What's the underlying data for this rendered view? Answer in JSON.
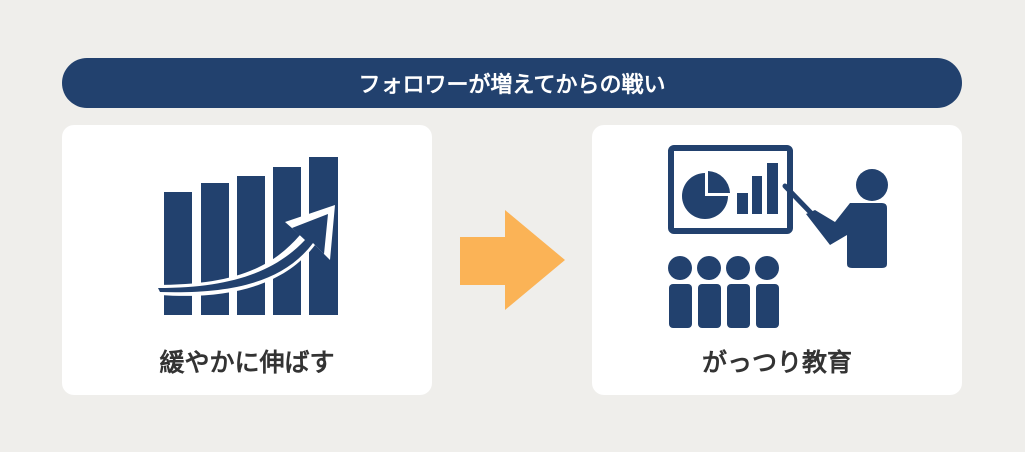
{
  "title": "フォロワーが増えてからの戦い",
  "left_panel": {
    "caption": "緩やかに伸ばす",
    "icon": "growth-chart-icon"
  },
  "right_panel": {
    "caption": "がっつり教育",
    "icon": "presentation-icon"
  },
  "colors": {
    "navy": "#22416e",
    "orange": "#fbb356",
    "background": "#efeeeb"
  }
}
